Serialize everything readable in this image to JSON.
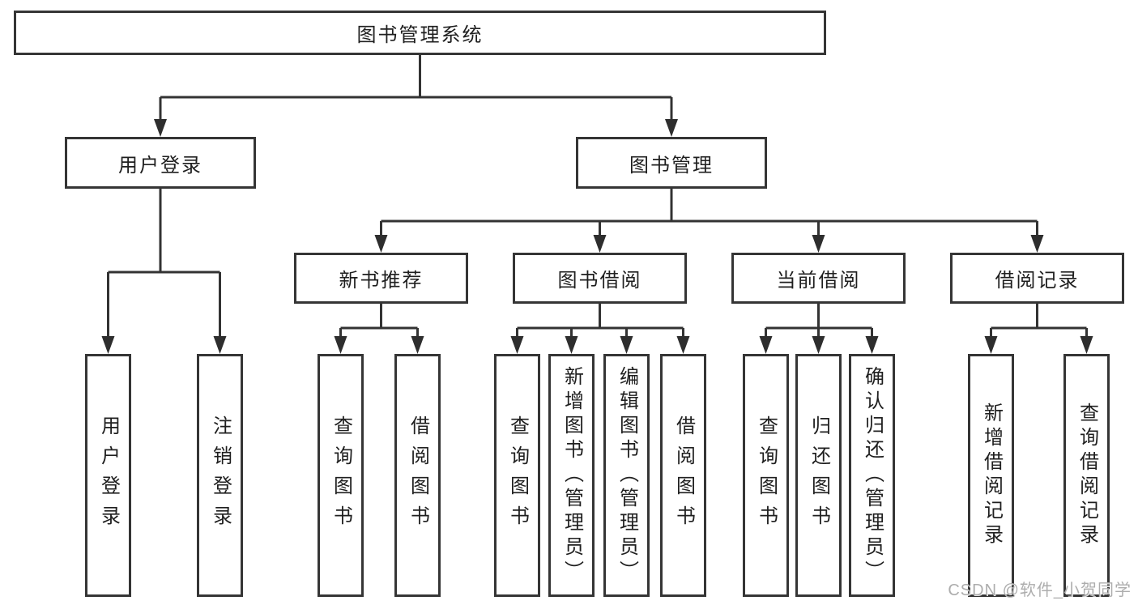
{
  "diagram": {
    "root": {
      "label": "图书管理系统"
    },
    "branches": [
      {
        "label": "用户登录",
        "leaves": [
          "用户登录",
          "注销登录"
        ]
      },
      {
        "label": "图书管理",
        "children": [
          {
            "label": "新书推荐",
            "leaves": [
              "查询图书",
              "借阅图书"
            ]
          },
          {
            "label": "图书借阅",
            "leaves": [
              "查询图书",
              "新增图书（管理员）",
              "编辑图书（管理员）",
              "借阅图书"
            ]
          },
          {
            "label": "当前借阅",
            "leaves": [
              "查询图书",
              "归还图书",
              "确认归还（管理员）"
            ]
          },
          {
            "label": "借阅记录",
            "leaves": [
              "新增借阅记录",
              "查询借阅记录"
            ]
          }
        ]
      }
    ]
  },
  "colors": {
    "line": "#333333",
    "box_border": "#353535",
    "text": "#1f1f1f",
    "watermark": "#adadad",
    "background": "#ffffff"
  },
  "watermark": {
    "text": "CSDN @软件_小贺同学"
  }
}
